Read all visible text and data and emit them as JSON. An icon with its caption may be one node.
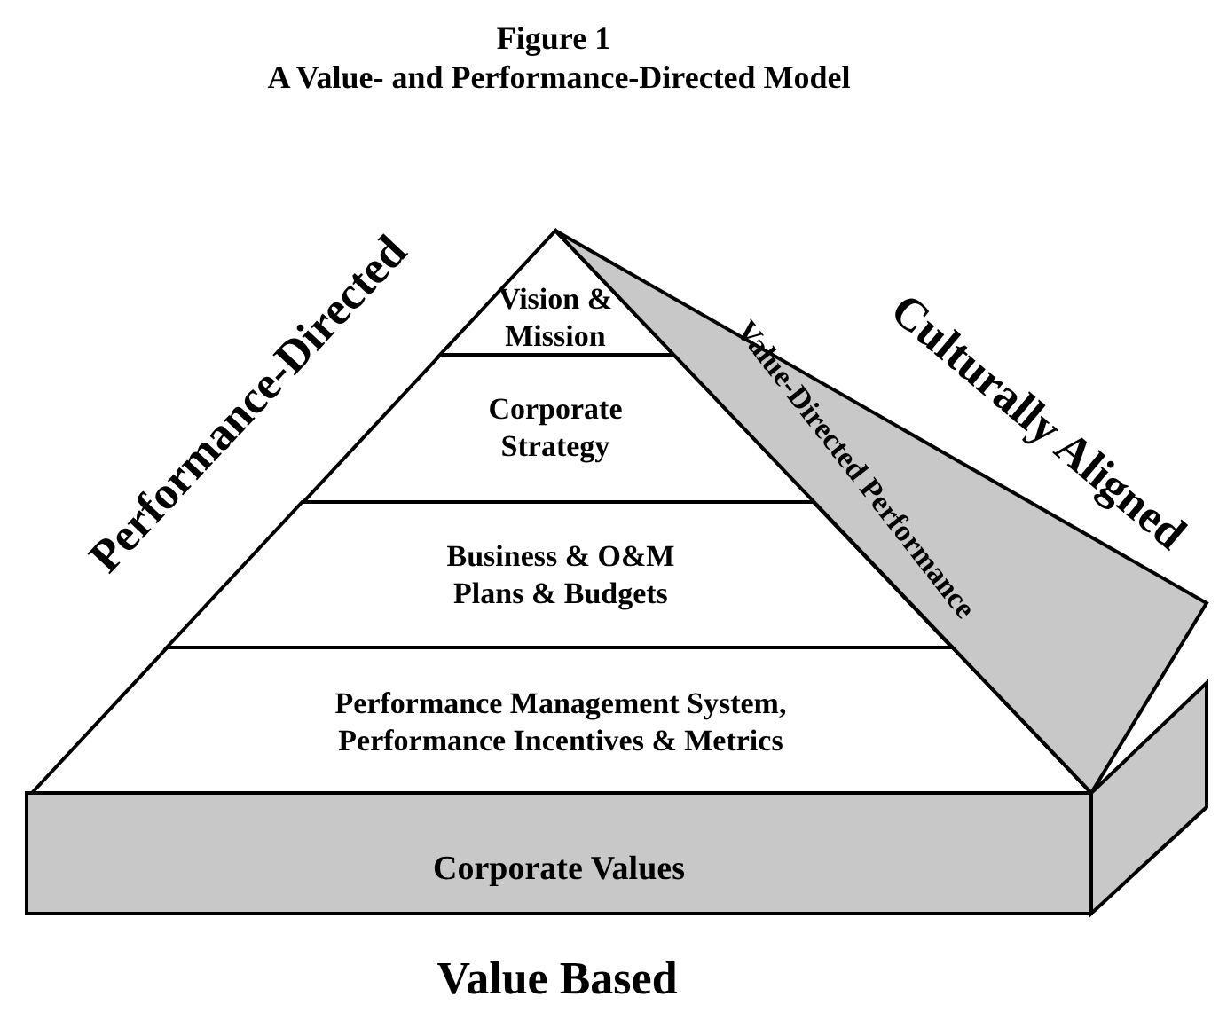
{
  "diagram": {
    "title": "A Value- and Performance-Directed Model",
    "nodes": [
      {
        "text": [
          "Vision & Mission"
        ]
      },
      {
        "text": [
          "Corporate Strategy"
        ]
      },
      {
        "text": [
          "Business & O&M Plans & Budgets"
        ]
      },
      {
        "text": [
          "Performance Management System, Performance Incentives & Metrics"
        ]
      },
      {
        "text": [
          "Value-Directed Performance"
        ]
      },
      {
        "text": [
          "Corporate Values"
        ]
      }
    ],
    "labels": [
      "Figure 1",
      "Performance-Directed",
      "Culturally Aligned",
      "Value Based"
    ]
  }
}
